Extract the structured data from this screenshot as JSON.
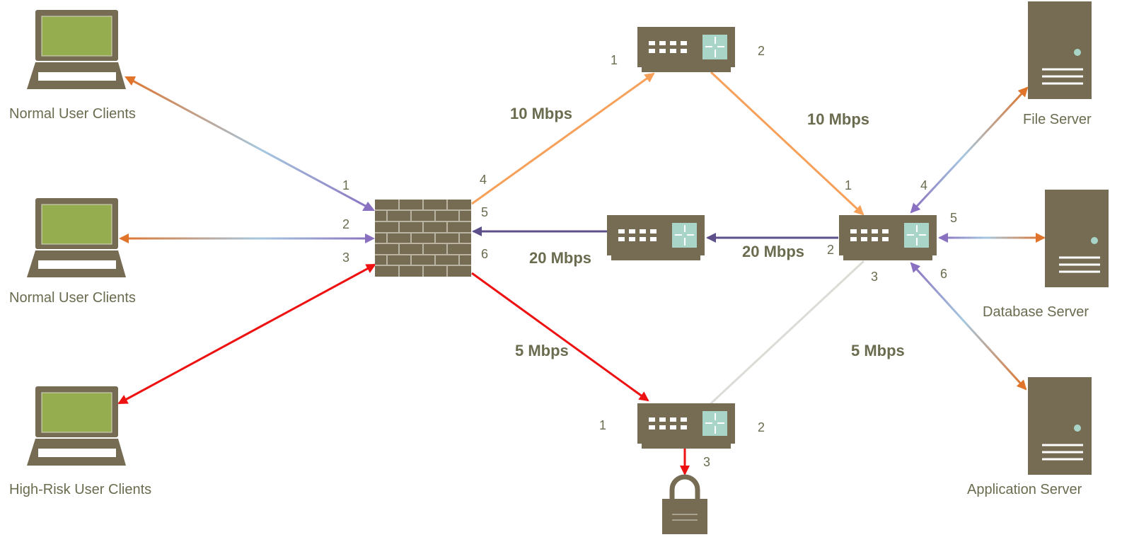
{
  "nodes": {
    "client_1": "Normal User Clients",
    "client_2": "Normal User Clients",
    "client_3": "High-Risk User Clients",
    "file_server": "File Server",
    "database_server": "Database Server",
    "application_server": "Application Server"
  },
  "ports": {
    "fw_1": "1",
    "fw_2": "2",
    "fw_3": "3",
    "fw_4": "4",
    "fw_5": "5",
    "fw_6": "6",
    "top_sw_1": "1",
    "top_sw_2": "2",
    "core_sw_1": "1",
    "core_sw_2": "2",
    "core_sw_3": "3",
    "core_sw_4": "4",
    "core_sw_5": "5",
    "core_sw_6": "6",
    "bottom_sw_1": "1",
    "bottom_sw_2": "2",
    "bottom_sw_3": "3"
  },
  "speeds": {
    "fw_to_top": "10 Mbps",
    "top_to_core": "10 Mbps",
    "mid_to_fw": "20 Mbps",
    "core_to_mid": "20 Mbps",
    "fw_to_bottom": "5 Mbps",
    "bottom_to_core": "5 Mbps"
  },
  "colors": {
    "device": "#766c54",
    "screen": "#95ad4e",
    "label": "#6b6b4f",
    "orange": "#e0742a",
    "light_orange": "#f7a05a",
    "purple": "#8a70c0",
    "dark_purple": "#5c4f8a",
    "light_blue": "#a6c8e0",
    "red": "#ee1111",
    "light_gray": "#dcdcd6",
    "router_panel": "#a8d5c8"
  }
}
